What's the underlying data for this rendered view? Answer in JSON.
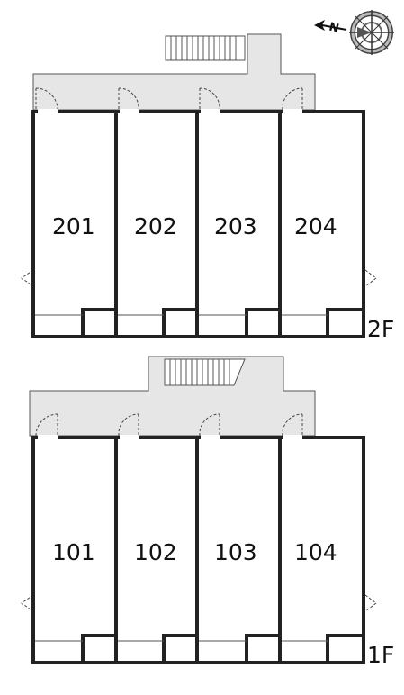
{
  "compass": {
    "north_label": "N",
    "icon": "compass-rose-icon"
  },
  "floors": [
    {
      "floor_label": "2F",
      "units": [
        "201",
        "202",
        "203",
        "204"
      ]
    },
    {
      "floor_label": "1F",
      "units": [
        "101",
        "102",
        "103",
        "104"
      ]
    }
  ],
  "colors": {
    "wall": "#222222",
    "corridor": "#e6e6e6",
    "line": "#555555"
  }
}
